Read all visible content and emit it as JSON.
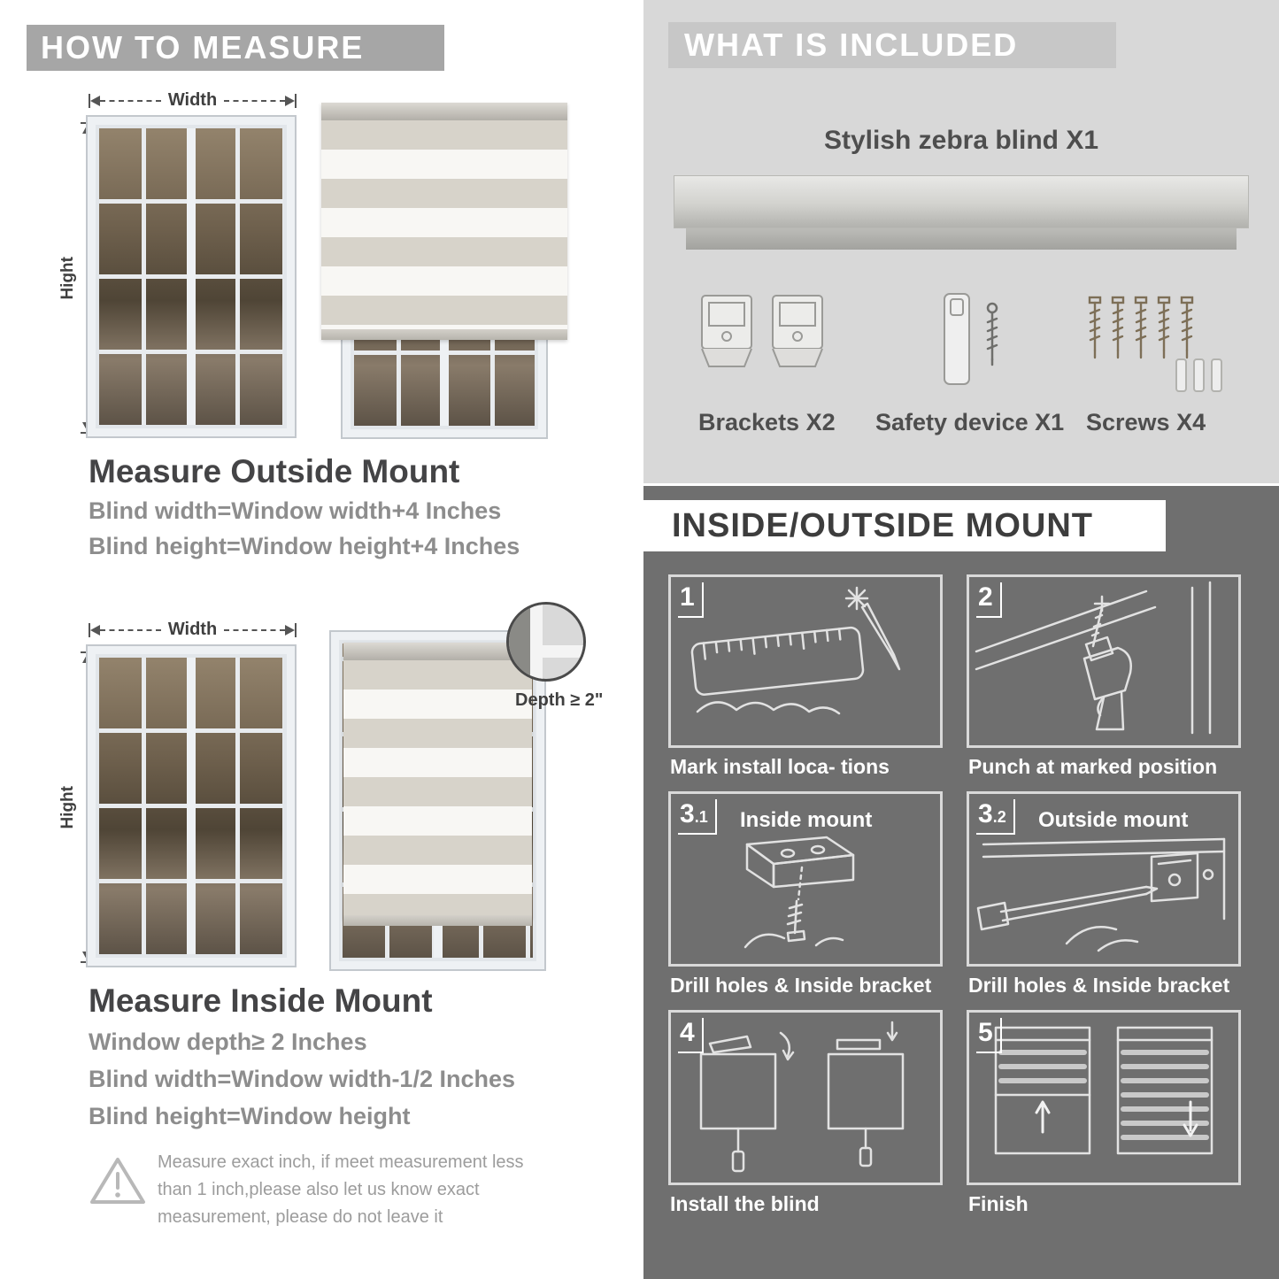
{
  "left": {
    "header": "HOW TO MEASURE",
    "outside": {
      "title": "Measure Outside Mount",
      "width_label": "Width",
      "height_label": "Hight",
      "lines": [
        "Blind width=Window width+4 Inches",
        "Blind height=Window height+4 Inches"
      ]
    },
    "inside": {
      "title": "Measure Inside Mount",
      "width_label": "Width",
      "height_label": "Hight",
      "depth_label": "Depth ≥ 2\"",
      "lines": [
        "Window depth≥ 2 Inches",
        "Blind width=Window width-1/2 Inches",
        "Blind height=Window height"
      ]
    },
    "note": "Measure exact inch, if meet measurement less than 1 inch,please also let us know exact measurement, please do not leave it"
  },
  "included": {
    "header": "WHAT IS INCLUDED",
    "blind_label": "Stylish zebra blind X1",
    "items": [
      {
        "label": "Brackets X2",
        "icon": "bracket-icon"
      },
      {
        "label": "Safety device X1",
        "icon": "safety-device-icon"
      },
      {
        "label": "Screws X4",
        "icon": "screw-icon"
      }
    ]
  },
  "mount": {
    "header": "INSIDE/OUTSIDE MOUNT",
    "steps": [
      {
        "num": "1",
        "sub": "",
        "title": "",
        "caption": "Mark install loca- tions"
      },
      {
        "num": "2",
        "sub": "",
        "title": "",
        "caption": "Punch at  marked position"
      },
      {
        "num": "3",
        "sub": ".1",
        "title": "Inside mount",
        "caption": "Drill holes &  Inside bracket"
      },
      {
        "num": "3",
        "sub": ".2",
        "title": "Outside mount",
        "caption": "Drill holes &  Inside bracket"
      },
      {
        "num": "4",
        "sub": "",
        "title": "",
        "caption": "Install the blind"
      },
      {
        "num": "5",
        "sub": "",
        "title": "",
        "caption": "Finish"
      }
    ]
  },
  "colors": {
    "left_banner": "#a6a6a6",
    "included_bg": "#d8d8d8",
    "included_banner": "#c7c7c7",
    "mount_bg": "#6f6f6f",
    "heading_text": "#444446",
    "formula_text": "#8d8d8d"
  }
}
